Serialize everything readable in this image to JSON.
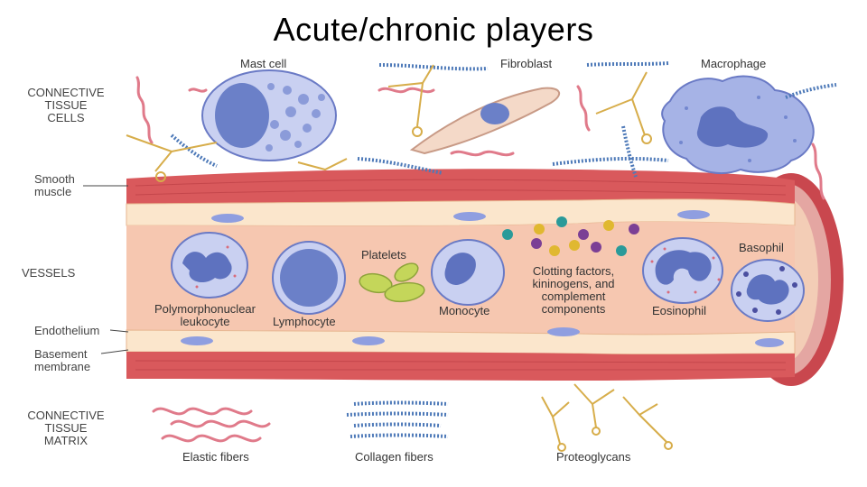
{
  "title": "Acute/chronic players",
  "left_labels": {
    "connective_tissue_cells": "CONNECTIVE\nTISSUE\nCELLS",
    "smooth_muscle": "Smooth\nmuscle",
    "vessels": "VESSELS",
    "endothelium": "Endothelium",
    "basement_membrane": "Basement\nmembrane",
    "connective_tissue_matrix": "CONNECTIVE\nTISSUE\nMATRIX"
  },
  "cell_labels": {
    "mast_cell": "Mast cell",
    "fibroblast": "Fibroblast",
    "macrophage": "Macrophage",
    "platelets": "Platelets",
    "clotting": "Clotting factors,\nkininogens, and\ncomplement\ncomponents",
    "basophil": "Basophil",
    "pmn": "Polymorphonuclear\nleukocyte",
    "lymphocyte": "Lymphocyte",
    "monocyte": "Monocyte",
    "eosinophil": "Eosinophil"
  },
  "matrix_labels": {
    "elastic": "Elastic fibers",
    "collagen": "Collagen fibers",
    "proteoglycans": "Proteoglycans"
  },
  "colors": {
    "vessel_wall": "#d9595c",
    "vessel_lumen": "#f6c7b0",
    "endothelium": "#fbe6cc",
    "cell_blue": "#a9b6e6",
    "nucleus_blue": "#5e72bf",
    "elastic_fiber": "#e07a8a",
    "collagen_fiber": "#4d79b8",
    "proteoglycan": "#d7ad4a",
    "platelet": "#c4d65a"
  }
}
